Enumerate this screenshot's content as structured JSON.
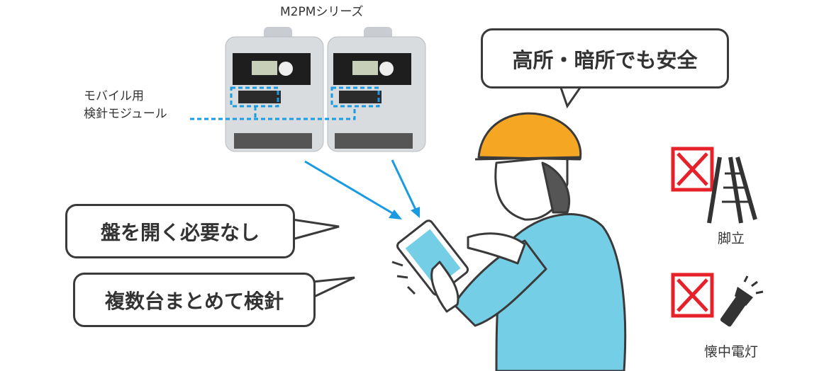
{
  "product_series": "M2PMシリーズ",
  "module_label": [
    "モバイル用",
    "検針モジュール"
  ],
  "bubbles": {
    "no_panel_open": "盤を開く必要なし",
    "multi_read": "複数台まとめて検針",
    "safe": "高所・暗所でも安全"
  },
  "not_needed": [
    {
      "label": "脚立",
      "icon": "ladder-icon"
    },
    {
      "label": "懐中電灯",
      "icon": "flashlight-icon"
    }
  ],
  "colors": {
    "accent_blue": "#1a9be0",
    "helmet": "#f5a623",
    "shirt": "#74cfe6",
    "cross_red": "#e6212a",
    "outline": "#3a3a3a"
  }
}
